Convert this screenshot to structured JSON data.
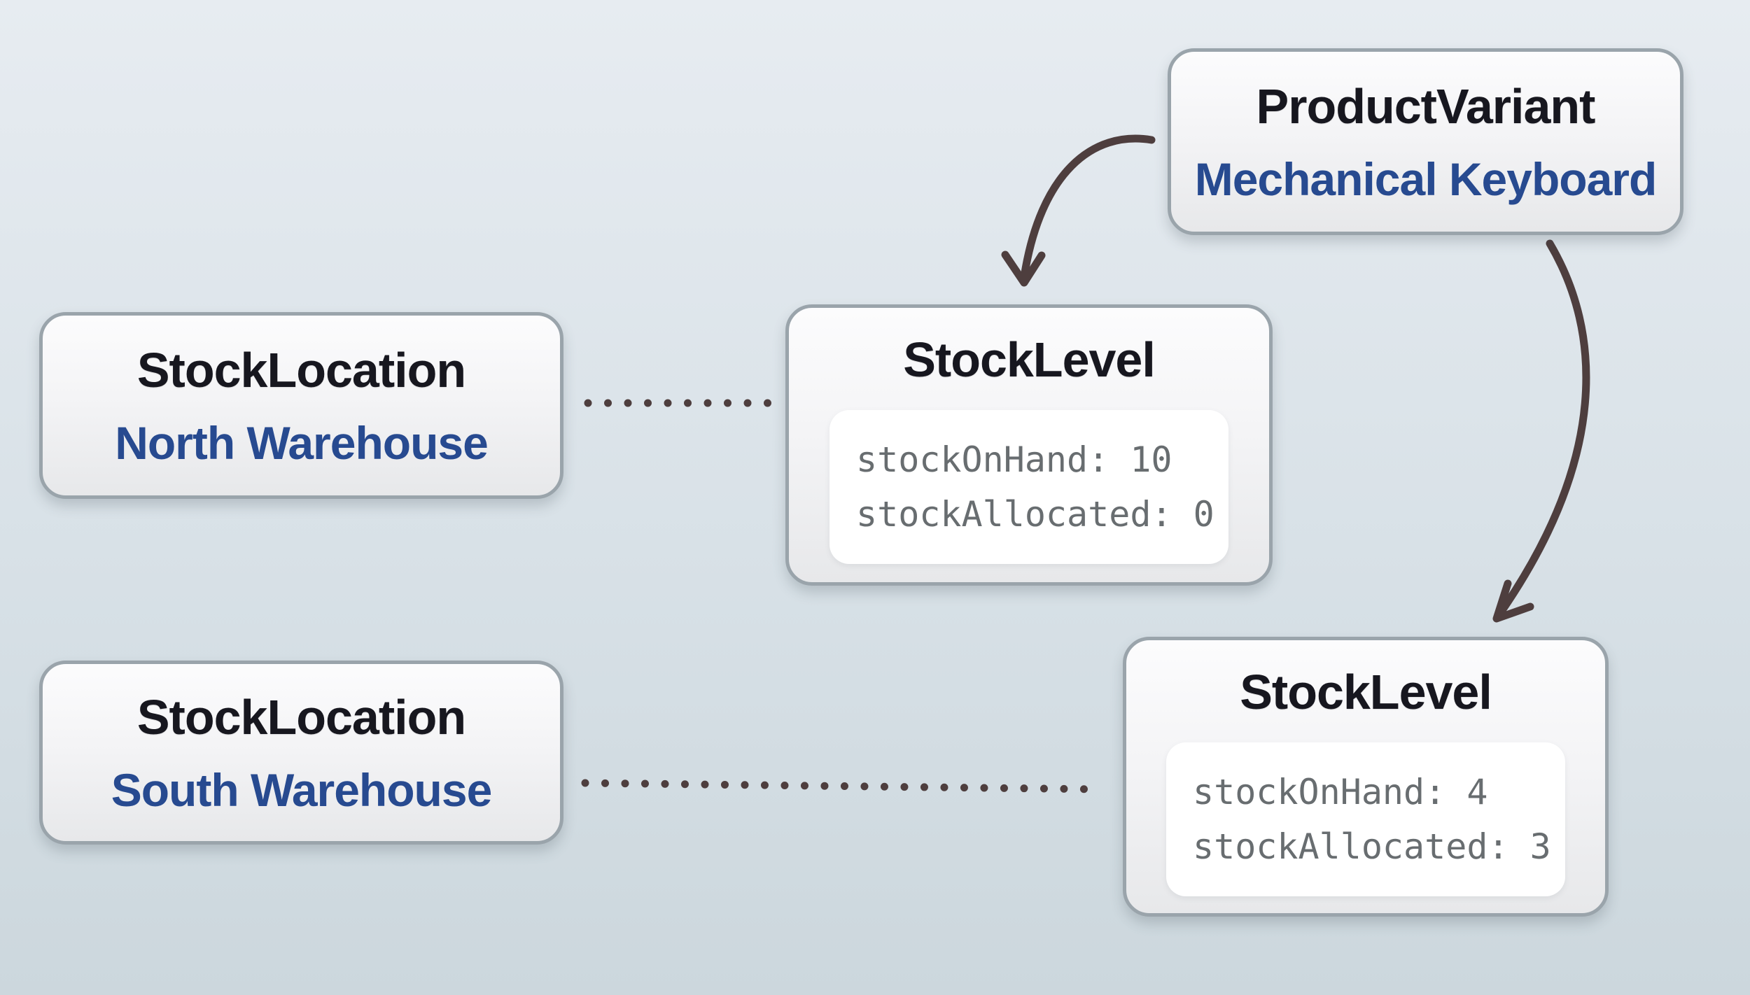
{
  "colors": {
    "title_text": "#17171f",
    "entity_name_blue": "#274a90",
    "field_text": "#686d70",
    "connector": "#4e3e3e",
    "card_border": "#9aa4ab",
    "card_bg_top": "#fcfcfd",
    "card_bg_bottom": "#e7e8ea",
    "inner_panel_bg": "#ffffff",
    "page_bg_top": "#e7ecf1",
    "page_bg_bottom": "#ccd7dd"
  },
  "nodes": {
    "product_variant": {
      "title": "ProductVariant",
      "subtitle": "Mechanical Keyboard"
    },
    "stock_location_north": {
      "title": "StockLocation",
      "subtitle": "North Warehouse"
    },
    "stock_location_south": {
      "title": "StockLocation",
      "subtitle": "South Warehouse"
    },
    "stock_level_north": {
      "title": "StockLevel",
      "fields": [
        "stockOnHand: 10",
        "stockAllocated: 0"
      ]
    },
    "stock_level_south": {
      "title": "StockLevel",
      "fields": [
        "stockOnHand: 4",
        "stockAllocated: 3"
      ]
    }
  }
}
